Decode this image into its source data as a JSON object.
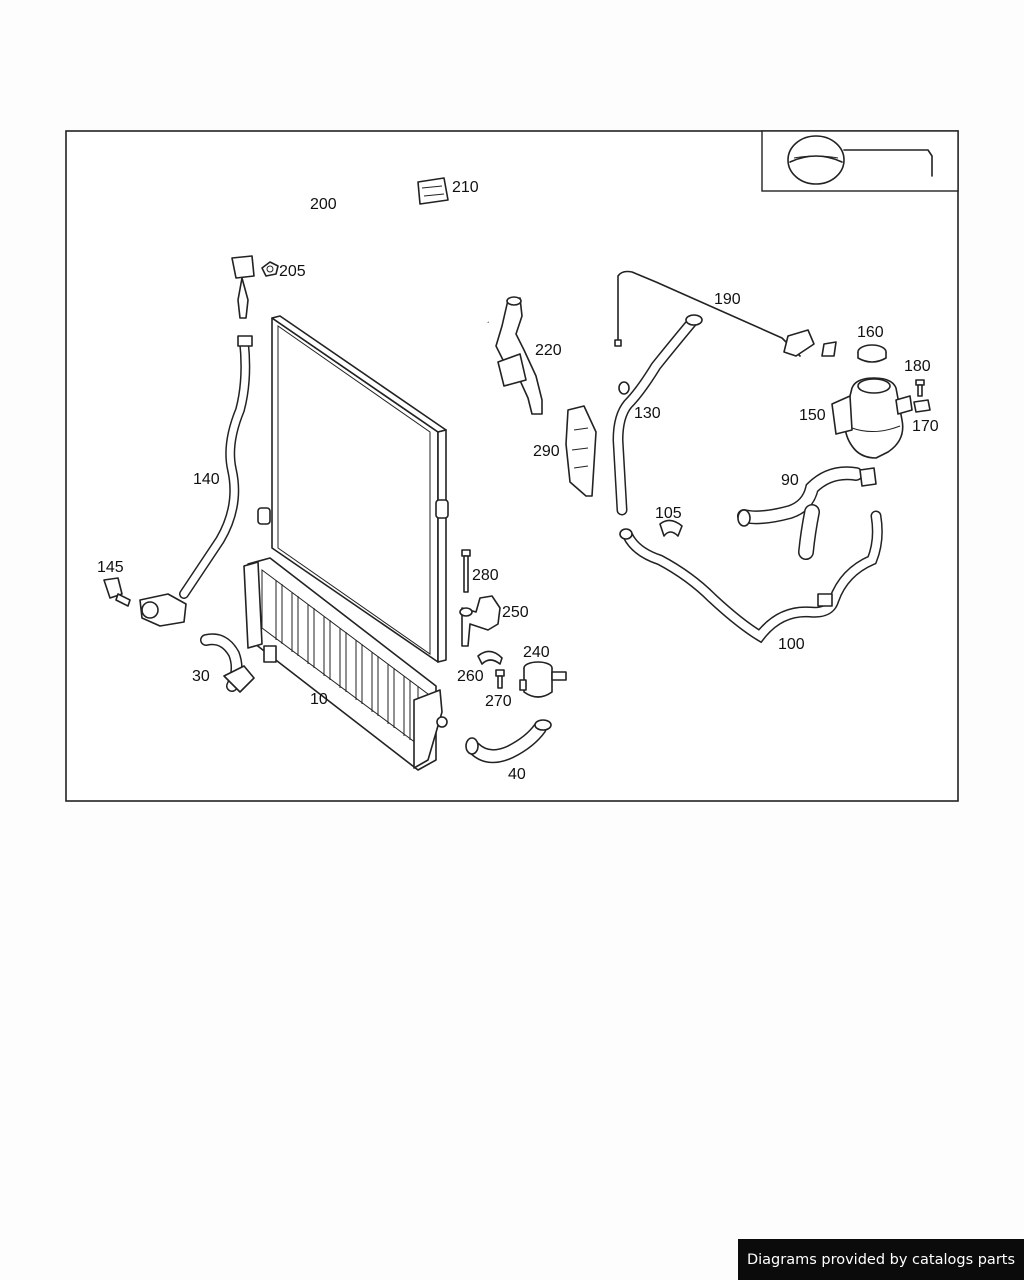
{
  "diagram": {
    "callouts": {
      "p10": "10",
      "p30": "30",
      "p40": "40",
      "p90": "90",
      "p100": "100",
      "p105": "105",
      "p130": "130",
      "p140": "140",
      "p145": "145",
      "p150": "150",
      "p160": "160",
      "p170": "170",
      "p180": "180",
      "p190": "190",
      "p200": "200",
      "p205": "205",
      "p210": "210",
      "p220": "220",
      "p240": "240",
      "p250": "250",
      "p260": "260",
      "p270": "270",
      "p280": "280",
      "p290": "290"
    },
    "inset_icon": "car-front-view-icon"
  },
  "footer": {
    "credit": "Diagrams provided by catalogs parts"
  }
}
